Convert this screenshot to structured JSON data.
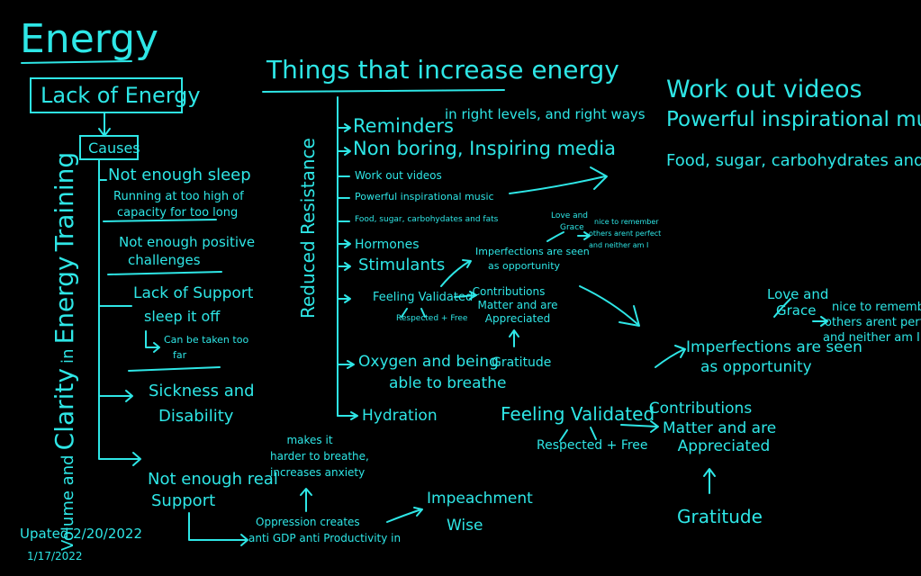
{
  "colors": {
    "background": "#000000",
    "ink": "#2ee6e6"
  },
  "title": "Energy",
  "left": {
    "lack_of_energy": "Lack of Energy",
    "causes": "Causes",
    "vertical_label_parts": [
      "Volume and",
      "Clarity",
      "in",
      "Energy",
      "Training"
    ],
    "items": {
      "not_enough_sleep": "Not enough sleep",
      "running_high_1": "Running at too high of",
      "running_high_2": "capacity for too long",
      "not_enough_positive_1": "Not enough positive",
      "not_enough_positive_2": "challenges",
      "lack_support_1": "Lack of Support",
      "lack_support_2": "sleep it off",
      "can_be_taken_1": "Can be taken too",
      "can_be_taken_2": "far",
      "sickness_1": "Sickness and",
      "sickness_2": "Disability",
      "not_enough_real_1": "Not enough real",
      "not_enough_real_2": "Support"
    },
    "makes_it": [
      "makes it",
      "harder to breathe,",
      "increases anxiety"
    ],
    "oppression": [
      "Oppression creates",
      "anti GDP anti Productivity in"
    ],
    "impeachment": [
      "Impeachment",
      "Wise"
    ],
    "updated": "Upated 2/20/2022",
    "date": "1/17/2022"
  },
  "center": {
    "heading": "Things that increase energy",
    "vertical_label": "Reduced Resistance",
    "items": {
      "reminders": "Reminders",
      "reminders_note": "in right levels, and right ways",
      "non_boring": "Non boring, Inspiring media",
      "work_out": "Work out videos",
      "music": "Powerful inspirational music",
      "food": "Food, sugar, carbohydates and fats",
      "hormones": "Hormones",
      "stimulants": "Stimulants",
      "feeling_validated": "Feeling Validated",
      "respected": "Respected + Free",
      "imperfections_1": "Imperfections are seen",
      "imperfections_2": "as opportunity",
      "love_grace_1": "Love and",
      "love_grace_2": "Grace",
      "nice_remember": [
        "nice to remember",
        "others arent perfect",
        "and neither am I"
      ],
      "contributions": [
        "Contributions",
        "Matter and are",
        "Appreciated"
      ],
      "gratitude": "Gratitude",
      "oxygen_1": "Oxygen and being",
      "oxygen_2": "able to breathe",
      "hydration": "Hydration"
    }
  },
  "right": {
    "work_out": "Work out videos",
    "music": "Powerful inspirational music",
    "food": "Food, sugar, carbohydrates and fats",
    "love_grace_1": "Love and",
    "love_grace_2": "Grace",
    "nice_remember": [
      "nice to remember",
      "others arent perfect",
      "and neither am I"
    ],
    "imperfections_1": "Imperfections are seen",
    "imperfections_2": "as opportunity",
    "feeling_validated": "Feeling Validated",
    "respected": "Respected + Free",
    "contributions": [
      "Contributions",
      "Matter and are",
      "Appreciated"
    ],
    "gratitude": "Gratitude"
  }
}
